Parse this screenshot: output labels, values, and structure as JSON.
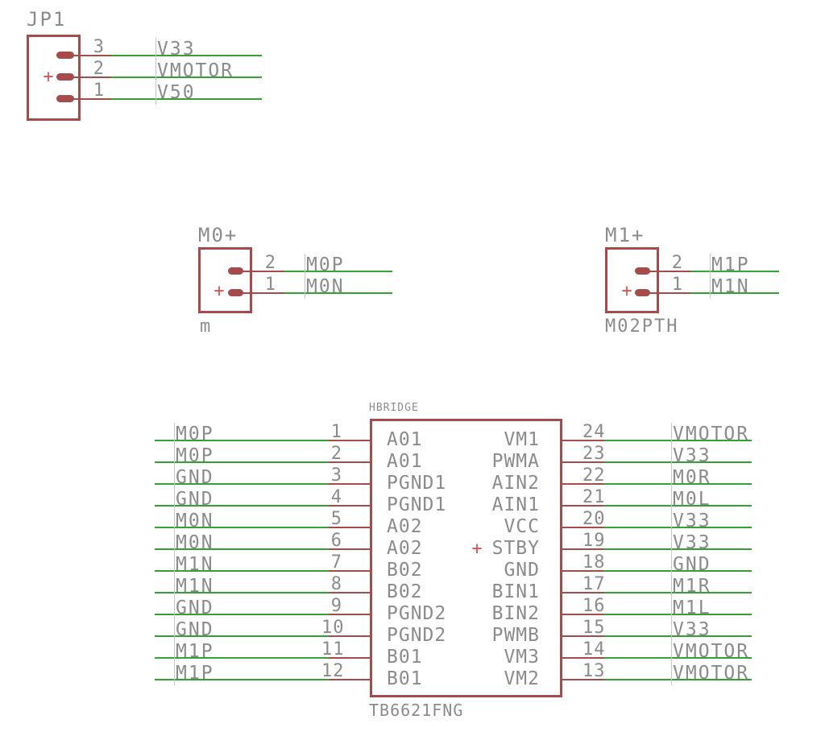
{
  "colors": {
    "part_outline": "#a54b4b",
    "wire_green": "#33a133",
    "text_gray": "#8b8b8b",
    "plus_red": "#dc5555"
  },
  "jp1": {
    "title": "JP1",
    "plus": "+",
    "pins": [
      {
        "number": "3",
        "net": "V33"
      },
      {
        "number": "2",
        "net": "VMOTOR"
      },
      {
        "number": "1",
        "net": "V50"
      }
    ]
  },
  "m0": {
    "title": "M0+",
    "device_label": "m",
    "plus": "+",
    "pins": [
      {
        "number": "2",
        "net": "M0P"
      },
      {
        "number": "1",
        "net": "M0N"
      }
    ]
  },
  "m1": {
    "title": "M1+",
    "device_label": "M02PTH",
    "plus": "+",
    "pins": [
      {
        "number": "2",
        "net": "M1P"
      },
      {
        "number": "1",
        "net": "M1N"
      }
    ]
  },
  "hbridge": {
    "title": "HBRIDGE",
    "part_label": "TB6621FNG",
    "stby_plus": "+",
    "left_pins": [
      {
        "number": "1",
        "name": "A01",
        "net": "M0P"
      },
      {
        "number": "2",
        "name": "A01",
        "net": "M0P"
      },
      {
        "number": "3",
        "name": "PGND1",
        "net": "GND"
      },
      {
        "number": "4",
        "name": "PGND1",
        "net": "GND"
      },
      {
        "number": "5",
        "name": "A02",
        "net": "M0N"
      },
      {
        "number": "6",
        "name": "A02",
        "net": "M0N"
      },
      {
        "number": "7",
        "name": "B02",
        "net": "M1N"
      },
      {
        "number": "8",
        "name": "B02",
        "net": "M1N"
      },
      {
        "number": "9",
        "name": "PGND2",
        "net": "GND"
      },
      {
        "number": "10",
        "name": "PGND2",
        "net": "GND"
      },
      {
        "number": "11",
        "name": "B01",
        "net": "M1P"
      },
      {
        "number": "12",
        "name": "B01",
        "net": "M1P"
      }
    ],
    "right_pins": [
      {
        "number": "24",
        "name": "VM1",
        "net": "VMOTOR"
      },
      {
        "number": "23",
        "name": "PWMA",
        "net": "V33"
      },
      {
        "number": "22",
        "name": "AIN2",
        "net": "M0R"
      },
      {
        "number": "21",
        "name": "AIN1",
        "net": "M0L"
      },
      {
        "number": "20",
        "name": "VCC",
        "net": "V33"
      },
      {
        "number": "19",
        "name": "STBY",
        "net": "V33"
      },
      {
        "number": "18",
        "name": "GND",
        "net": "GND"
      },
      {
        "number": "17",
        "name": "BIN1",
        "net": "M1R"
      },
      {
        "number": "16",
        "name": "BIN2",
        "net": "M1L"
      },
      {
        "number": "15",
        "name": "PWMB",
        "net": "V33"
      },
      {
        "number": "14",
        "name": "VM3",
        "net": "VMOTOR"
      },
      {
        "number": "13",
        "name": "VM2",
        "net": "VMOTOR"
      }
    ]
  }
}
